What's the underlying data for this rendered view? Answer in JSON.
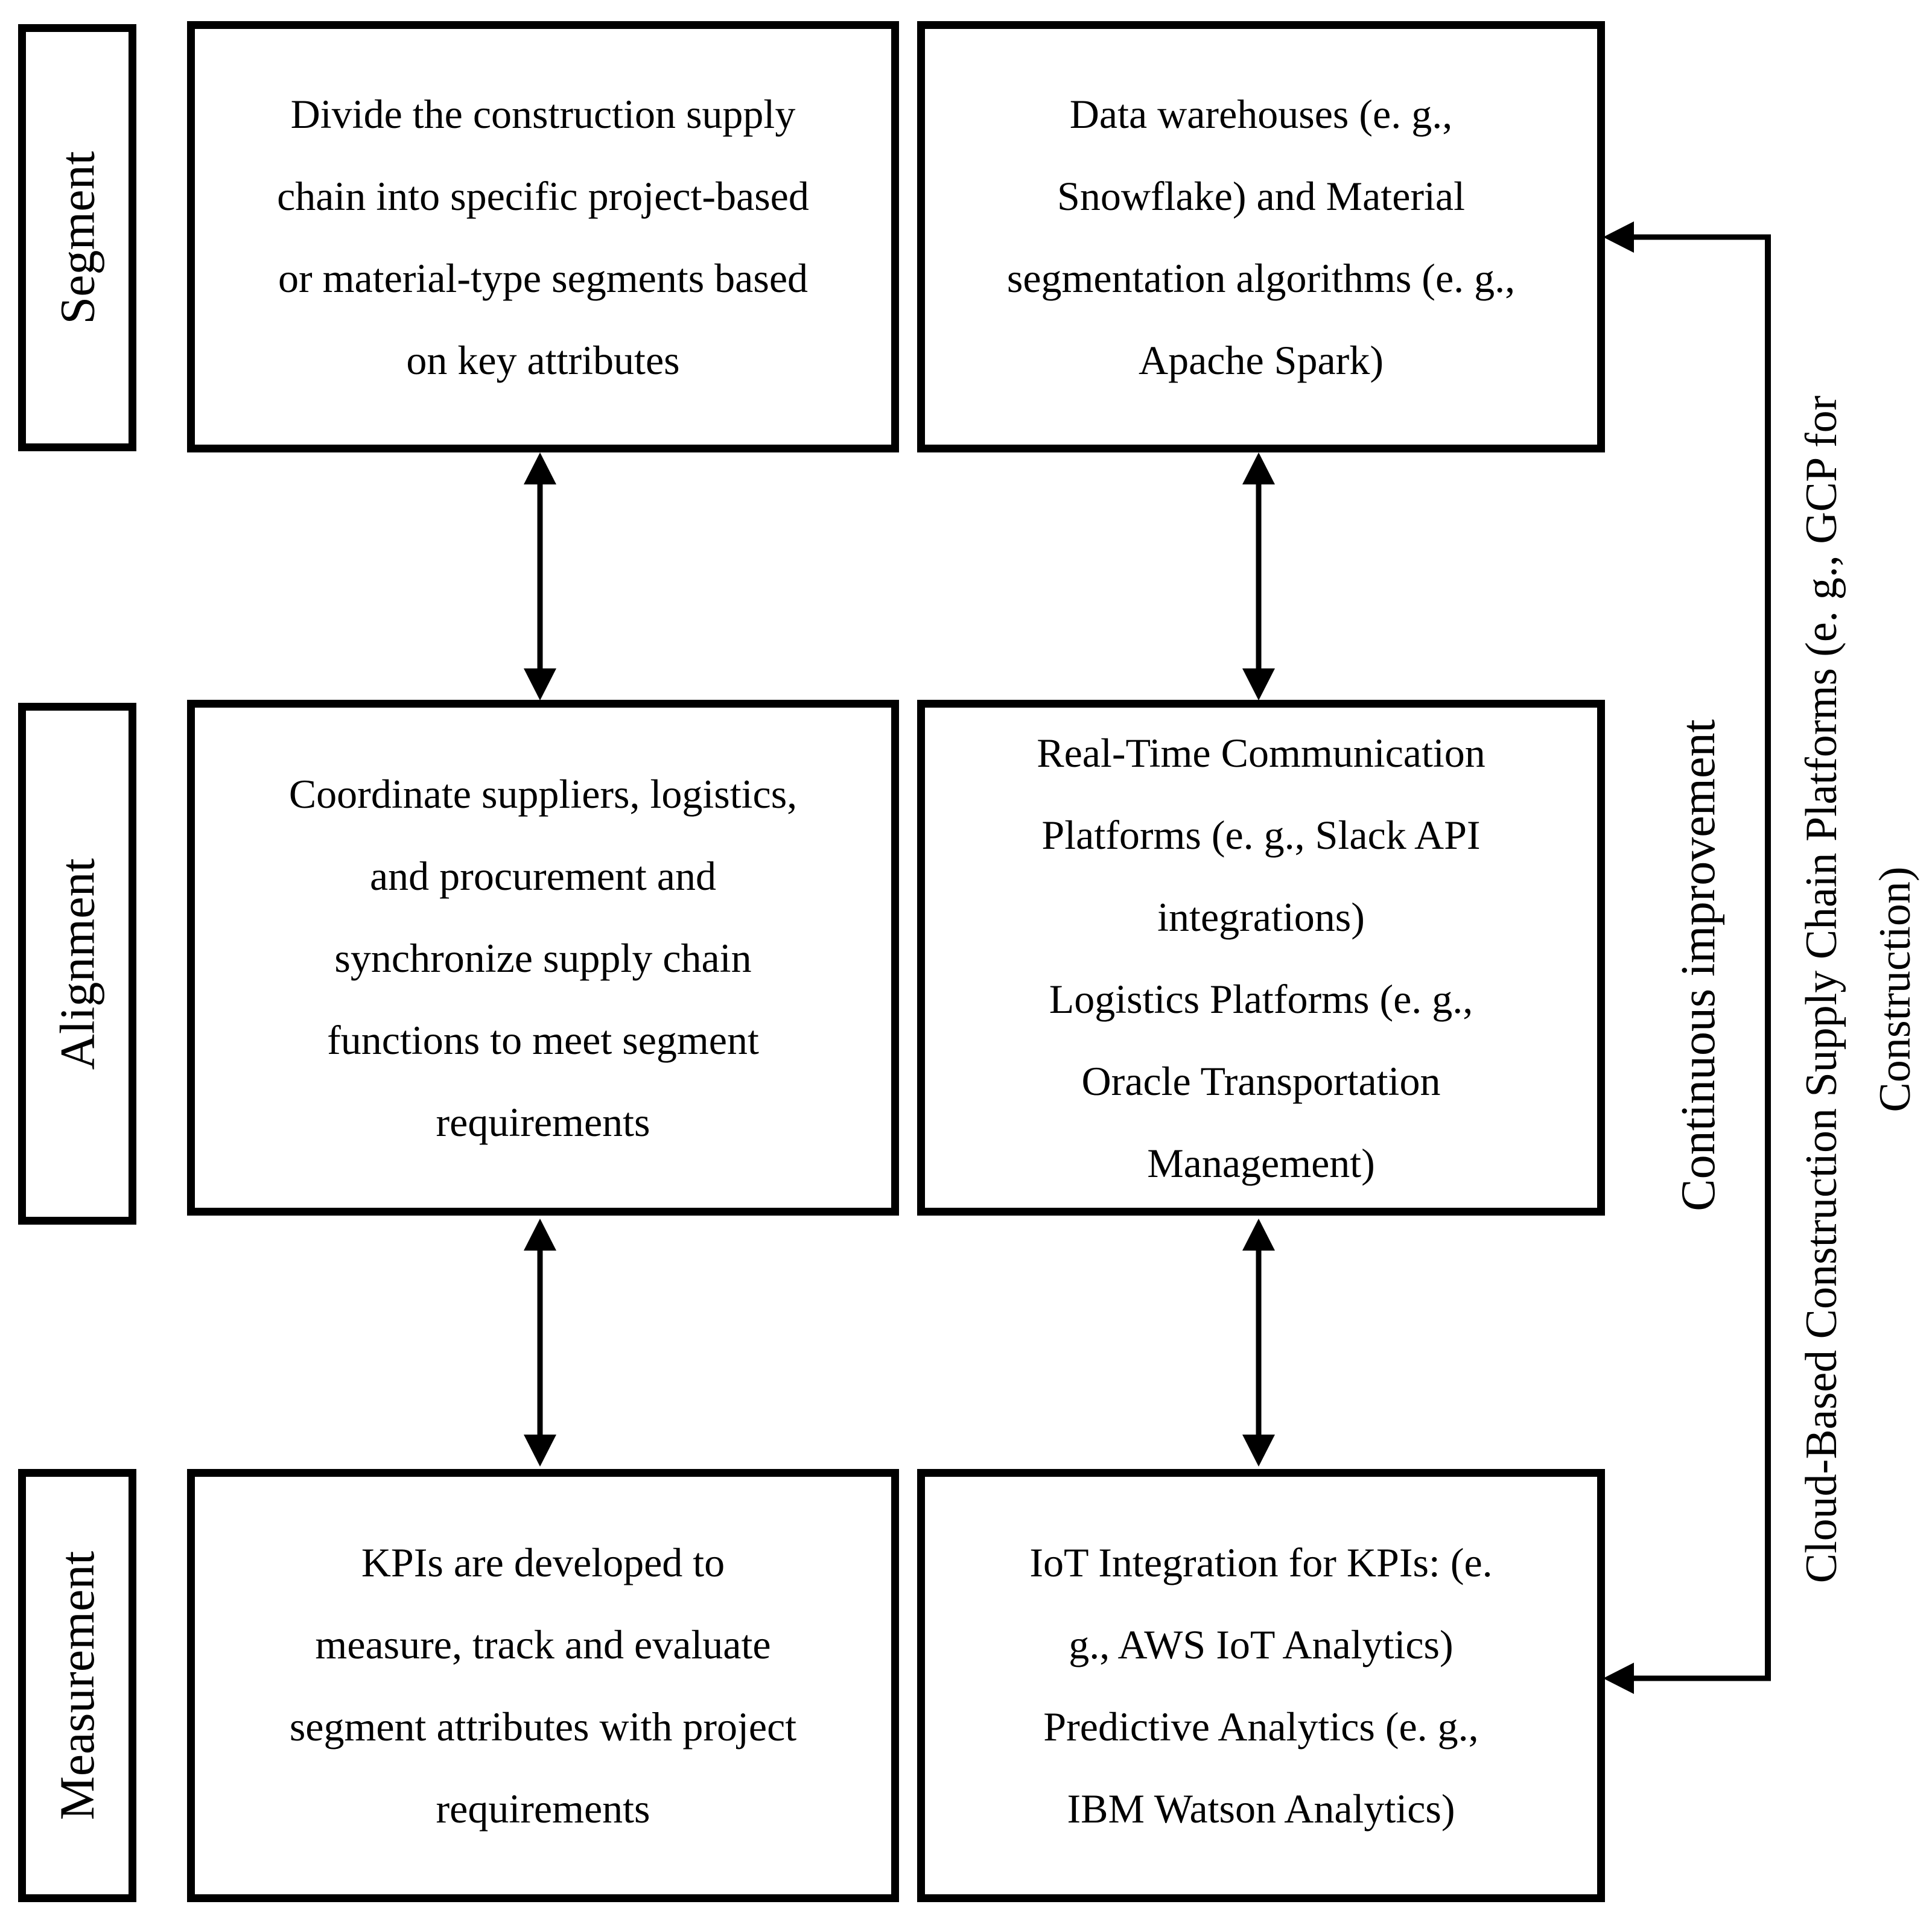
{
  "diagram": {
    "rows": [
      {
        "label": "Segment",
        "activity": {
          "lines": [
            "Divide the construction supply",
            "chain into specific project-based",
            "or material-type segments based",
            "on key attributes"
          ]
        },
        "tools": {
          "lines": [
            "Data warehouses (e. g.,",
            "Snowflake) and Material",
            "segmentation algorithms (e. g.,",
            "Apache Spark)"
          ]
        }
      },
      {
        "label": "Alignment",
        "activity": {
          "lines": [
            "Coordinate suppliers, logistics,",
            "and procurement and",
            "synchronize supply chain",
            "functions to meet segment",
            "requirements"
          ]
        },
        "tools": {
          "lines": [
            "Real-Time Communication",
            "Platforms (e. g., Slack API",
            "integrations)",
            "Logistics Platforms (e. g.,",
            "Oracle Transportation",
            "Management)"
          ]
        }
      },
      {
        "label": "Measurement",
        "activity": {
          "lines": [
            "KPIs are developed to",
            "measure, track and evaluate",
            "segment attributes with project",
            "requirements"
          ]
        },
        "tools": {
          "lines": [
            "IoT Integration for KPIs: (e.",
            "g., AWS IoT Analytics)",
            "Predictive Analytics (e. g.,",
            "IBM Watson Analytics)"
          ]
        }
      }
    ],
    "feedback": {
      "continuous_label": "Continuous improvement",
      "platform_label_lines": [
        "Cloud-Based Construction Supply Chain Platforms (e. g., GCP for",
        "Construction)"
      ]
    },
    "colors": {
      "line": "#000000",
      "text": "#000000",
      "background": "#ffffff"
    }
  }
}
